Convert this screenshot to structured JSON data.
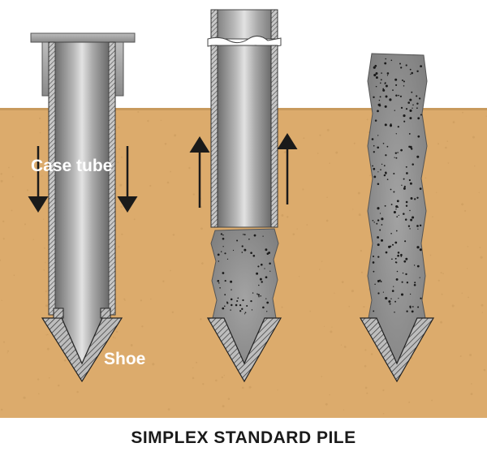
{
  "labels": {
    "case_tube": "Case tube",
    "shoe": "Shoe"
  },
  "caption": "SIMPLEX STANDARD PILE",
  "colors": {
    "soil": "#dcab6c",
    "soil_edge": "#b98c52",
    "steel_dark": "#6e6e6e",
    "steel_light": "#d8d8d8",
    "concrete": "#8f8f8f",
    "hatch_stroke": "#333333",
    "arrow": "#1a1a1a",
    "label_text": "#ffffff",
    "caption_text": "#1a1a1a"
  }
}
